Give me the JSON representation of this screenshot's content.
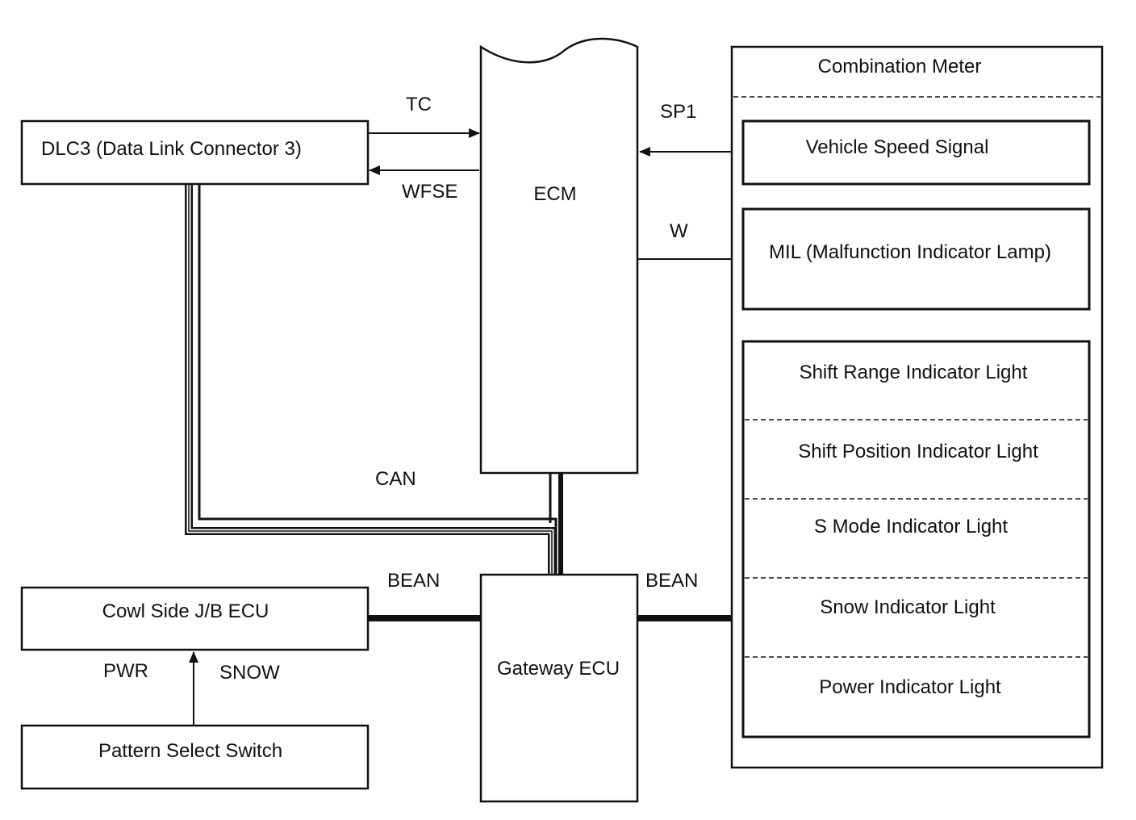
{
  "blocks": {
    "dlc3": "DLC3 (Data Link Connector 3)",
    "ecm": "ECM",
    "cowl": "Cowl Side J/B ECU",
    "pattern": "Pattern Select Switch",
    "gateway": "Gateway ECU"
  },
  "meter": {
    "title": "Combination Meter",
    "vehicle_speed": "Vehicle Speed Signal",
    "mil": "MIL (Malfunction Indicator Lamp)",
    "indicators": [
      "Shift Range Indicator Light",
      "Shift Position Indicator Light",
      "S Mode Indicator Light",
      "Snow Indicator Light",
      "Power Indicator Light"
    ]
  },
  "signals": {
    "tc": "TC",
    "wfse": "WFSE",
    "sp1": "SP1",
    "w": "W",
    "can": "CAN",
    "bean_left": "BEAN",
    "bean_right": "BEAN",
    "pwr": "PWR",
    "snow": "SNOW"
  }
}
